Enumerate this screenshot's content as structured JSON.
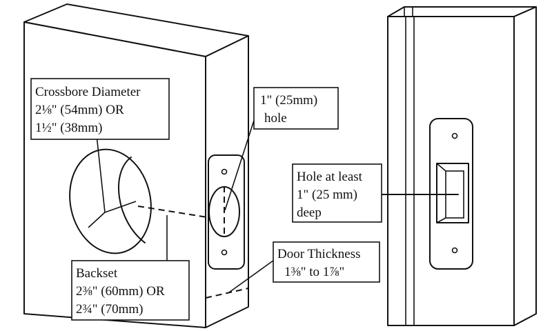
{
  "labels": {
    "crossbore": {
      "line1": "Crossbore Diameter",
      "line2": "2⅛\" (54mm) OR",
      "line3": "1½\" (38mm)"
    },
    "hole": {
      "line1": "1\" (25mm)",
      "line2": "hole"
    },
    "backset": {
      "line1": "Backset",
      "line2": "2⅜\" (60mm) OR",
      "line3": "2¾\" (70mm)"
    },
    "thickness": {
      "line1": "Door Thickness",
      "line2": "1⅜\" to 1⅞\""
    },
    "depth": {
      "line1": "Hole at least",
      "line2": "1\" (25 mm)",
      "line3": "deep"
    }
  }
}
